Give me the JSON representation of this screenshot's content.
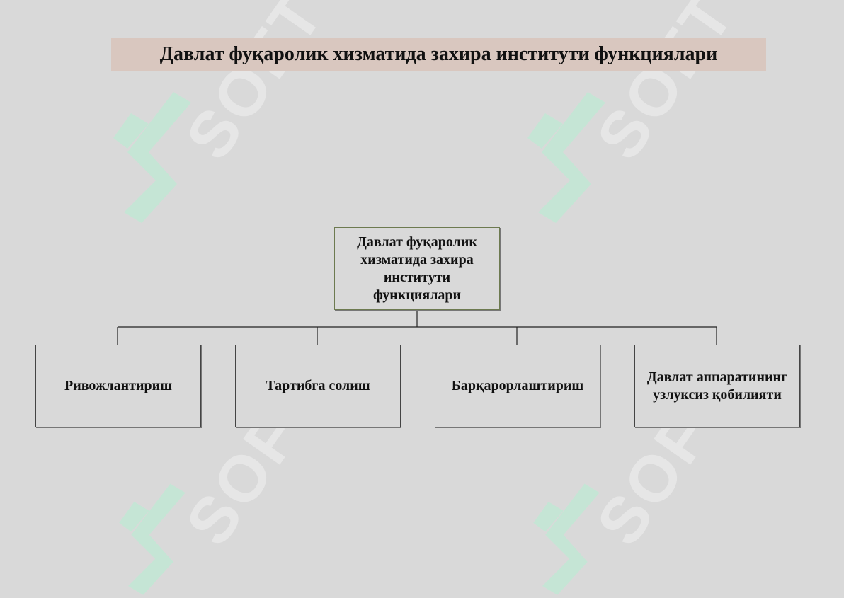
{
  "title": "Давлат фуқаролик хизматида захира институти функциялари",
  "root": {
    "label": "Давлат фуқаролик хизматида захира институти функциялари"
  },
  "children": [
    {
      "label": "Ривожлантириш"
    },
    {
      "label": "Тартибга солиш"
    },
    {
      "label": "Барқарорлаштириш"
    },
    {
      "label": "Давлат аппаратининг узлуксиз қобилияти"
    }
  ],
  "watermark": {
    "text": "SOFT",
    "icon": "soft-logo-icon",
    "color": "#b6f0d2"
  }
}
